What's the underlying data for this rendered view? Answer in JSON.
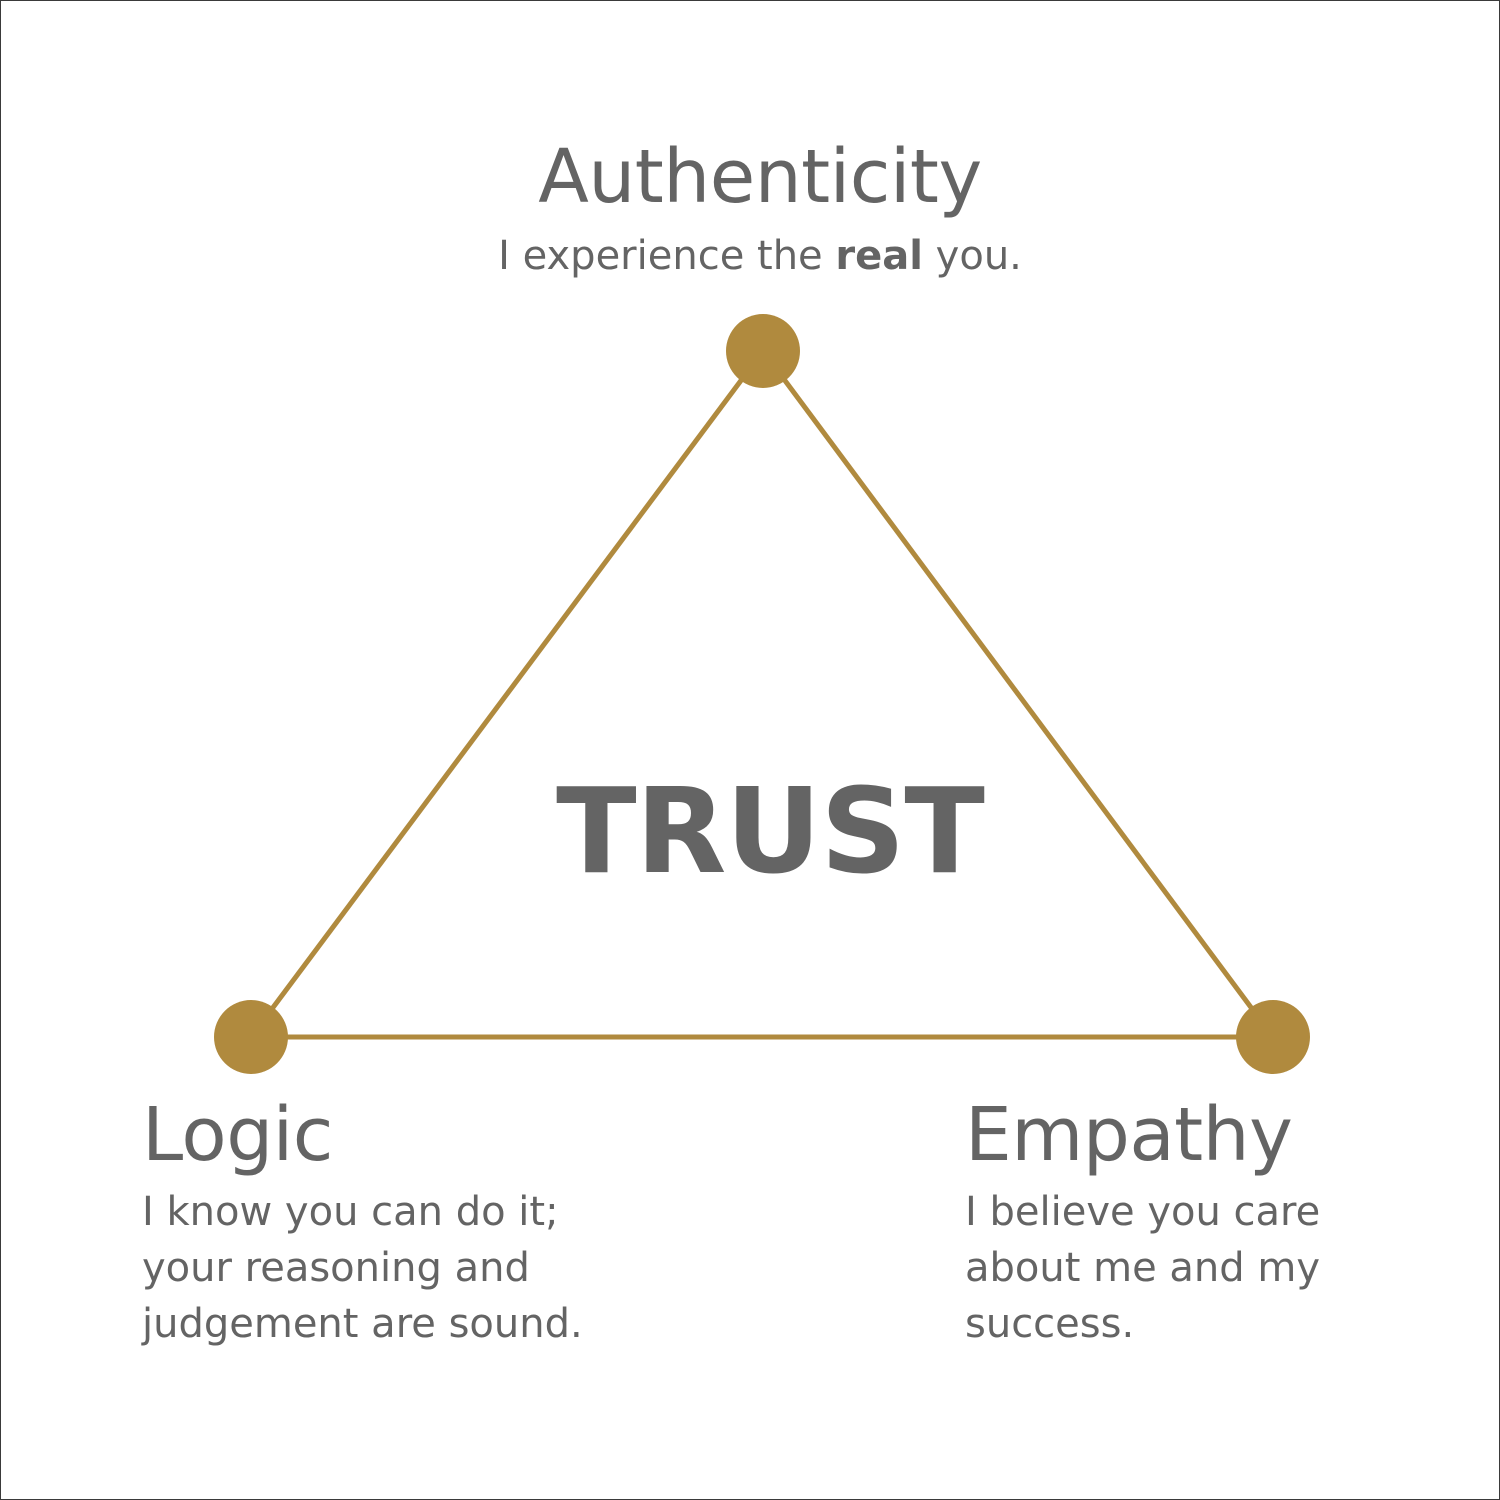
{
  "colors": {
    "accent": "#b08a3e",
    "text": "#646464",
    "background": "#ffffff"
  },
  "center_label": "TRUST",
  "nodes": {
    "authenticity": {
      "title": "Authenticity",
      "desc_before": "I experience the ",
      "desc_emphasis": "real",
      "desc_after": " you."
    },
    "logic": {
      "title": "Logic",
      "desc_lines": [
        "I know you can do it;",
        "your reasoning and",
        "judgement are sound."
      ]
    },
    "empathy": {
      "title": "Empathy",
      "desc_lines": [
        "I believe you care",
        "about me and my",
        "success."
      ]
    }
  }
}
